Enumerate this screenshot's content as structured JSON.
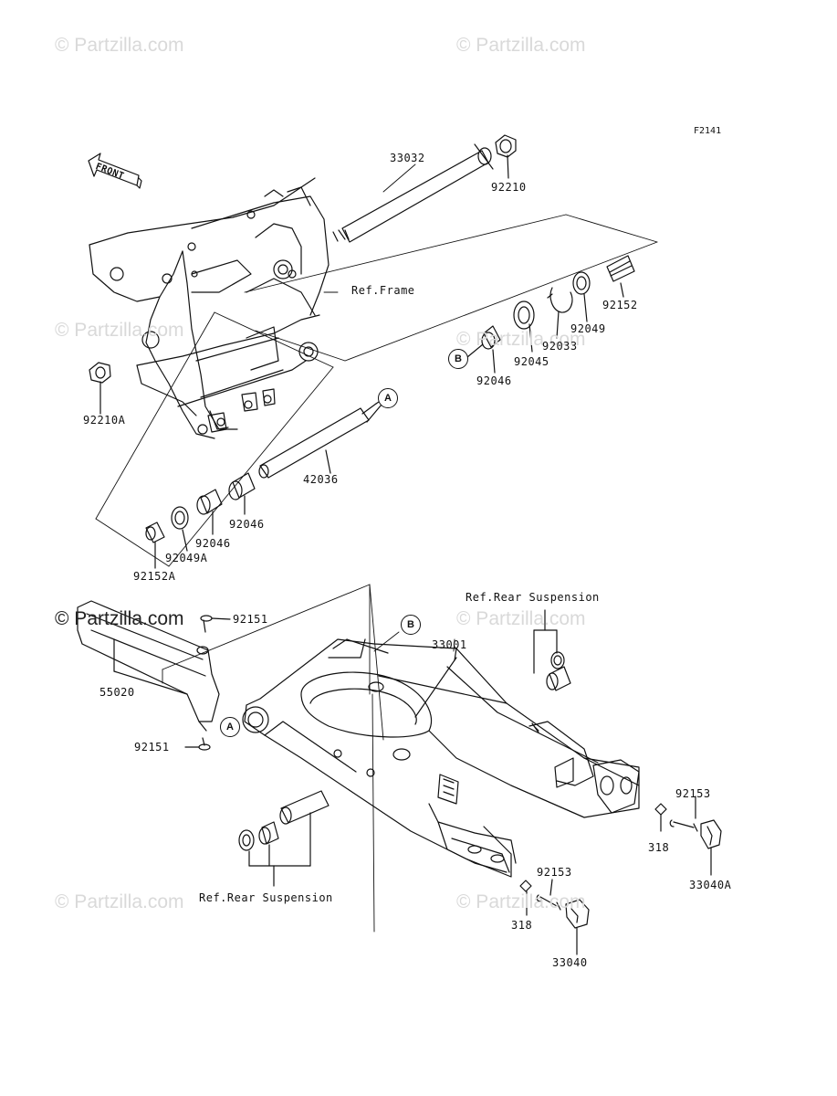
{
  "drawing_code": "F2141",
  "watermark": "© Partzilla.com",
  "front_arrow_label": "FRONT",
  "callouts": {
    "a": "A",
    "b": "B"
  },
  "labels": {
    "p33032": "33032",
    "p92210": "92210",
    "p92210a": "92210A",
    "ref_frame": "Ref.Frame",
    "p92152": "92152",
    "p92049": "92049",
    "p92033": "92033",
    "p92045": "92045",
    "p92046_top": "92046",
    "p42036": "42036",
    "p92046_mid1": "92046",
    "p92046_mid2": "92046",
    "p92049a": "92049A",
    "p92152a": "92152A",
    "p92151_top": "92151",
    "p55020": "55020",
    "p92151_bottom": "92151",
    "ref_rear_susp_top": "Ref.Rear Suspension",
    "p33001": "33001",
    "p92153_right": "92153",
    "p318_right": "318",
    "p33040a": "33040A",
    "ref_rear_susp_bottom": "Ref.Rear Suspension",
    "p92153_bottom": "92153",
    "p318_bottom": "318",
    "p33040": "33040"
  }
}
